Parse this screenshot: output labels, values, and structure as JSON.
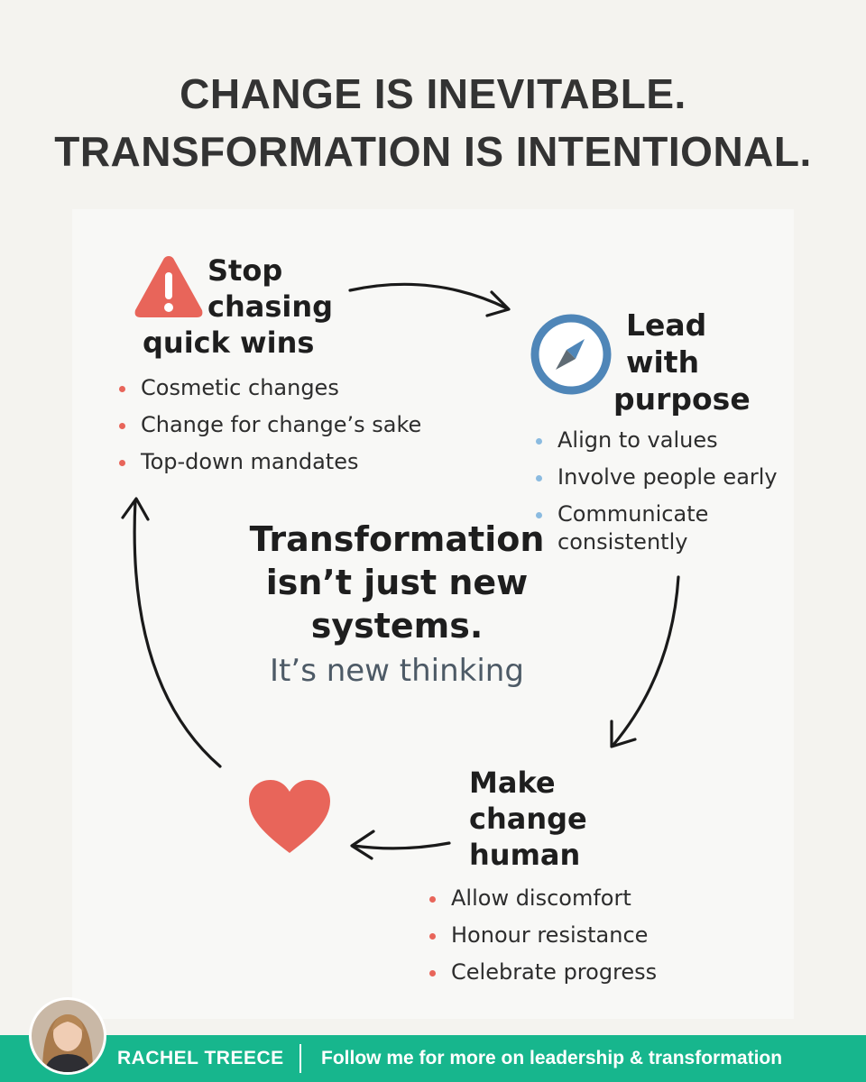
{
  "headline": {
    "line1": "CHANGE IS INEVITABLE.",
    "line2": "TRANSFORMATION IS INTENTIONAL."
  },
  "stages": {
    "stop": {
      "icon": "warning-icon",
      "title_line1": "Stop",
      "title_line2": "chasing",
      "title_line3": "quick wins",
      "bullets": [
        "Cosmetic changes",
        "Change for change’s sake",
        "Top-down mandates"
      ]
    },
    "lead": {
      "icon": "compass-icon",
      "title_line1": "Lead",
      "title_line2": "with",
      "title_line3": "purpose",
      "bullets": [
        "Align to values",
        "Involve people early",
        "Communicate",
        "consistently"
      ]
    },
    "human": {
      "icon": "heart-icon",
      "title_line1": "Make",
      "title_line2": "change",
      "title_line3": "human",
      "bullets": [
        "Allow discomfort",
        "Honour resistance",
        "Celebrate progress"
      ]
    }
  },
  "center": {
    "line1": "Transformation",
    "line2": "isn’t just new",
    "line3": "systems.",
    "sub": "It’s new thinking"
  },
  "footer": {
    "name": "RACHEL TREECE",
    "tagline": "Follow me for more on leadership & transformation"
  },
  "colors": {
    "accent_red": "#e8655a",
    "accent_blue": "#4f86b8",
    "footer_green": "#17b68d",
    "heading": "#333333"
  }
}
